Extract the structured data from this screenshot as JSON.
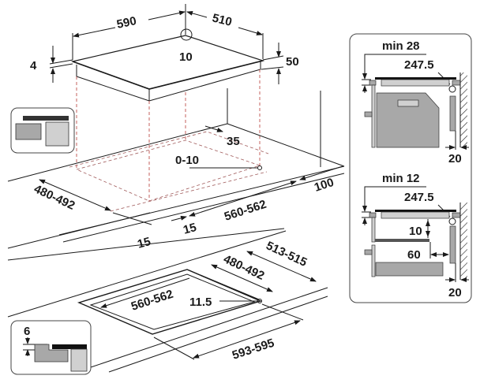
{
  "diagram": {
    "hob_dimensions": {
      "width": "590",
      "depth": "510",
      "corner_radius": "10",
      "glass_thickness": "4",
      "height": "50"
    },
    "cutout_flush_top": {
      "rear_gap": "35",
      "offset": "0-10",
      "depth": "480-492",
      "side_gap_left": "15",
      "side_gap_right": "15",
      "width": "560-562",
      "rear_clearance": "100"
    },
    "cutout_flush_bottom": {
      "outer_depth": "513-515",
      "inner_depth": "480-492",
      "inner_width": "560-562",
      "corner_radius": "11.5",
      "outer_width": "593-595"
    },
    "inset_flush": {
      "recess_depth": "6"
    },
    "section_oven": {
      "min_label": "min 28",
      "offset": "247.5",
      "wall_gap": "20"
    },
    "section_drawer": {
      "min_label": "min 12",
      "offset": "247.5",
      "shelf_gap": "10",
      "rear_gap": "60",
      "wall_gap": "20"
    }
  },
  "colors": {
    "line": "#1a1a1a",
    "guide": "#c0504d",
    "fill_gray": "#a8a8a8",
    "fill_light": "#d0d0d0"
  }
}
